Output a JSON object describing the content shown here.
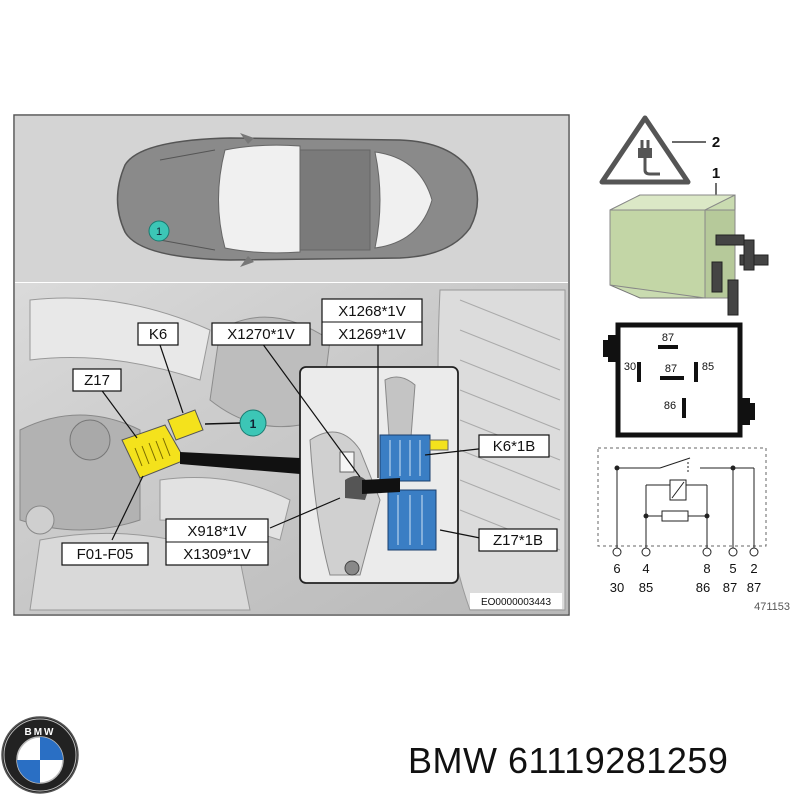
{
  "left_figure": {
    "car_marker": "1",
    "callout_marker": "1",
    "labels": {
      "k6": "K6",
      "z17": "Z17",
      "x1270": "X1270*1V",
      "x1268": "X1268*1V",
      "x1269": "X1269*1V",
      "k6_1b": "K6*1B",
      "z17_1b": "Z17*1B",
      "x918": "X918*1V",
      "x1309": "X1309*1V",
      "f01_f05": "F01-F05"
    },
    "code": "EO0000003443"
  },
  "right_figure": {
    "callout_1": "1",
    "callout_2": "2",
    "warning_icon": "plug-warning-icon",
    "relay_pins": {
      "top": "87",
      "left": "30",
      "center": "87",
      "right": "85",
      "bottom": "86"
    },
    "schematic_pin_numbers": [
      "6",
      "4",
      "8",
      "5",
      "2"
    ],
    "schematic_pin_terminals": [
      "30",
      "85",
      "86",
      "87",
      "87"
    ],
    "code": "471153"
  },
  "footer": {
    "logo": "bmw-roundel",
    "logo_text": "BMW",
    "brand": "BMW",
    "part_number": "61119281259"
  }
}
